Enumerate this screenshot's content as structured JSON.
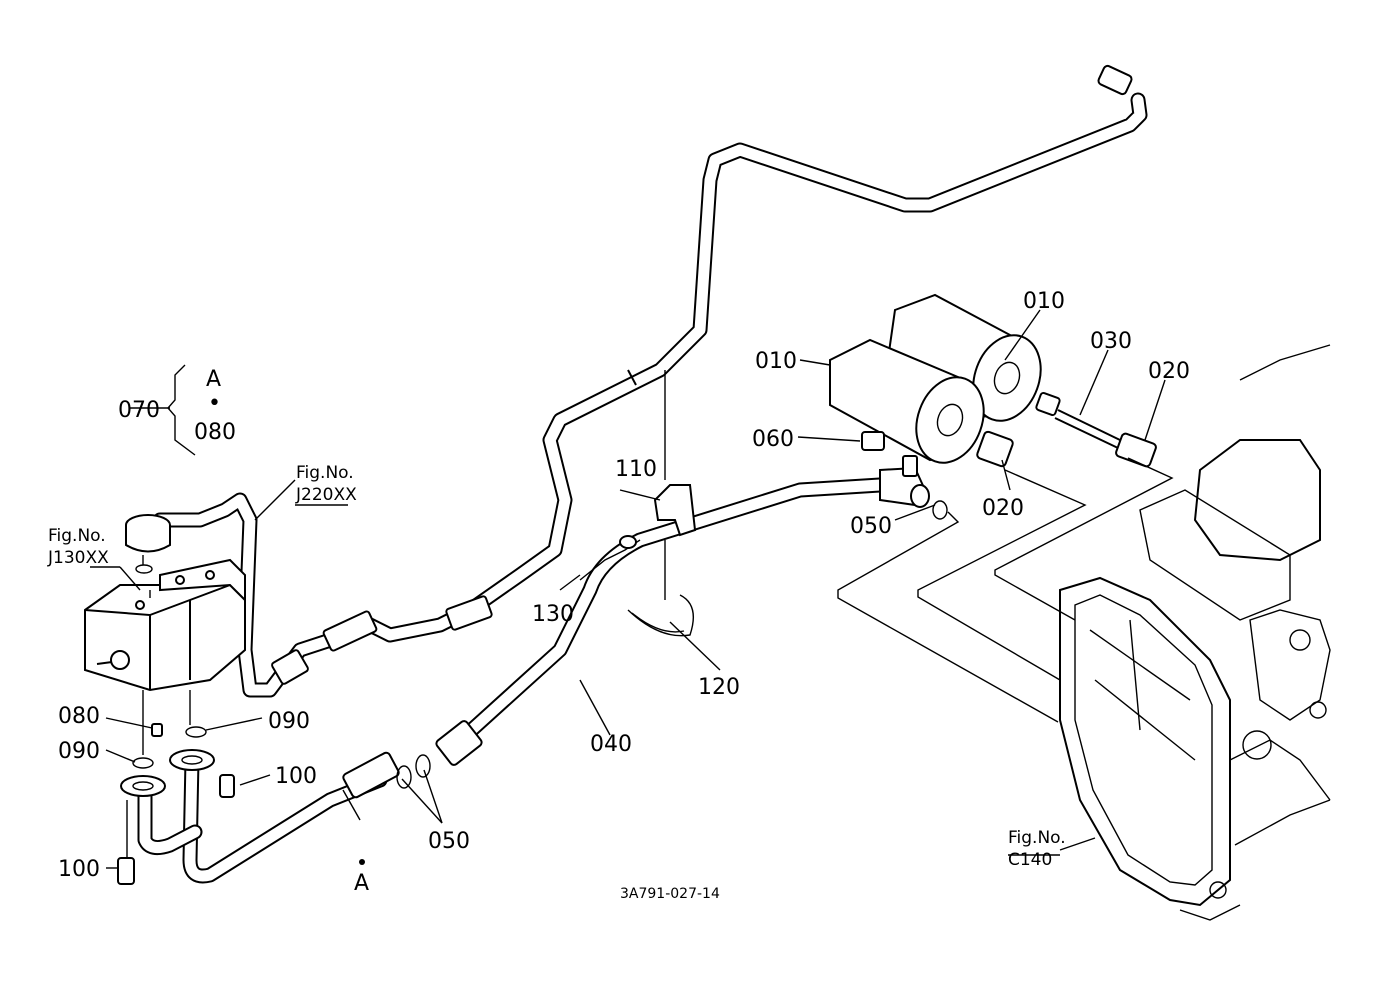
{
  "labels": {
    "p010a": "010",
    "p010b": "010",
    "p030": "030",
    "p020a": "020",
    "p020b": "020",
    "p060": "060",
    "p050a": "050",
    "p050b": "050",
    "p110": "110",
    "p130": "130",
    "p120": "120",
    "p040": "040",
    "p070": "070",
    "p080a": "080",
    "p080b": "080",
    "p090a": "090",
    "p090b": "090",
    "p100a": "100",
    "p100b": "100",
    "markA1": "A",
    "markDot": "•",
    "markA2": "A"
  },
  "figrefs": {
    "j220_title": "Fig.No.",
    "j220_code": "J220XX",
    "j130_title": "Fig.No.",
    "j130_code": "J130XX",
    "c140_title": "Fig.No.",
    "c140_code": "C140"
  },
  "drawing_number": "3A791-027-14"
}
